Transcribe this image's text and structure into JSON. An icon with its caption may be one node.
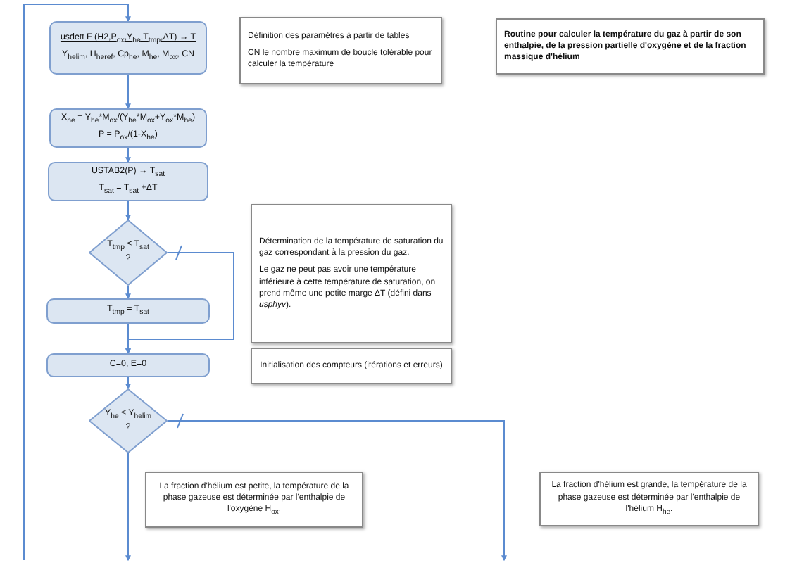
{
  "diagram": {
    "nodes": [
      {
        "text": [
          "usdett F (H2,P$_{ox}$,Y$_{he}$,T$_{tmp}$,ΔT) → T",
          "Y$_{helim}$, H$_{heref}$, Cp$_{he}$, M$_{he}$, M$_{ox}$, CN"
        ]
      },
      {
        "text": [
          "X$_{he}$ = Y$_{he}$*M$_{ox}$/(Y$_{he}$*M$_{ox}$+Y$_{ox}$*M$_{he}$)",
          "P = P$_{ox}$/(1-X$_{he}$)"
        ]
      },
      {
        "text": [
          "USTAB2(P) → T$_{sat}$",
          "T$_{sat}$ = T$_{sat}$ +ΔT"
        ]
      },
      {
        "text": [
          "T$_{tmp}$ ≤ T$_{sat}$ ?"
        ]
      },
      {
        "text": [
          "T$_{tmp}$ = T$_{sat}$"
        ]
      },
      {
        "text": [
          "C=0, E=0"
        ]
      },
      {
        "text": [
          "Y$_{he}$ ≤ Y$_{helim}$ ?"
        ]
      },
      {
        "text": [
          "La fraction d'hélium est petite, la température de la phase gazeuse est déterminée par l'enthalpie de l'oxygène H$_{ox}$."
        ]
      },
      {
        "text": [
          "La fraction d'hélium est grande, la température de la phase gazeuse est déterminée par l'enthalpie de l'hélium H$_{he}$."
        ]
      },
      {
        "text": [
          "Définition des paramètres à partir de tables",
          "CN le nombre maximum de boucle tolérable pour calculer la température"
        ]
      },
      {
        "text": [
          "Routine pour calculer la température du gaz à partir de son enthalpie, de la pression partielle d'oxygène et de la fraction massique d'hélium"
        ]
      },
      {
        "text": [
          "Détermination de la température de saturation du gaz correspondant à la pression du gaz.",
          "Le gaz ne peut pas avoir une température inférieure à cette température de saturation, on prend même une petite marge ΔT (défini dans *usphyv*)."
        ]
      },
      {
        "text": [
          "Initialisation des compteurs (itérations et erreurs)"
        ]
      }
    ],
    "edges": [
      {
        "from": 0,
        "to": 1,
        "arrow": "to"
      },
      {
        "from": 1,
        "to": 2,
        "arrow": "to"
      },
      {
        "from": 2,
        "to": 3,
        "arrow": "to"
      },
      {
        "from": 3,
        "to": 4,
        "arrow": "to"
      },
      {
        "from": 3,
        "to": 5,
        "arrow": "to"
      },
      {
        "from": 4,
        "to": 5,
        "arrow": "to"
      },
      {
        "from": 5,
        "to": 6,
        "arrow": "to"
      },
      {
        "from": 6,
        "to": null,
        "arrow": "to"
      },
      {
        "from": 6,
        "to": null,
        "arrow": "to"
      },
      {
        "from": null,
        "to": 0,
        "arrow": "to"
      }
    ]
  }
}
